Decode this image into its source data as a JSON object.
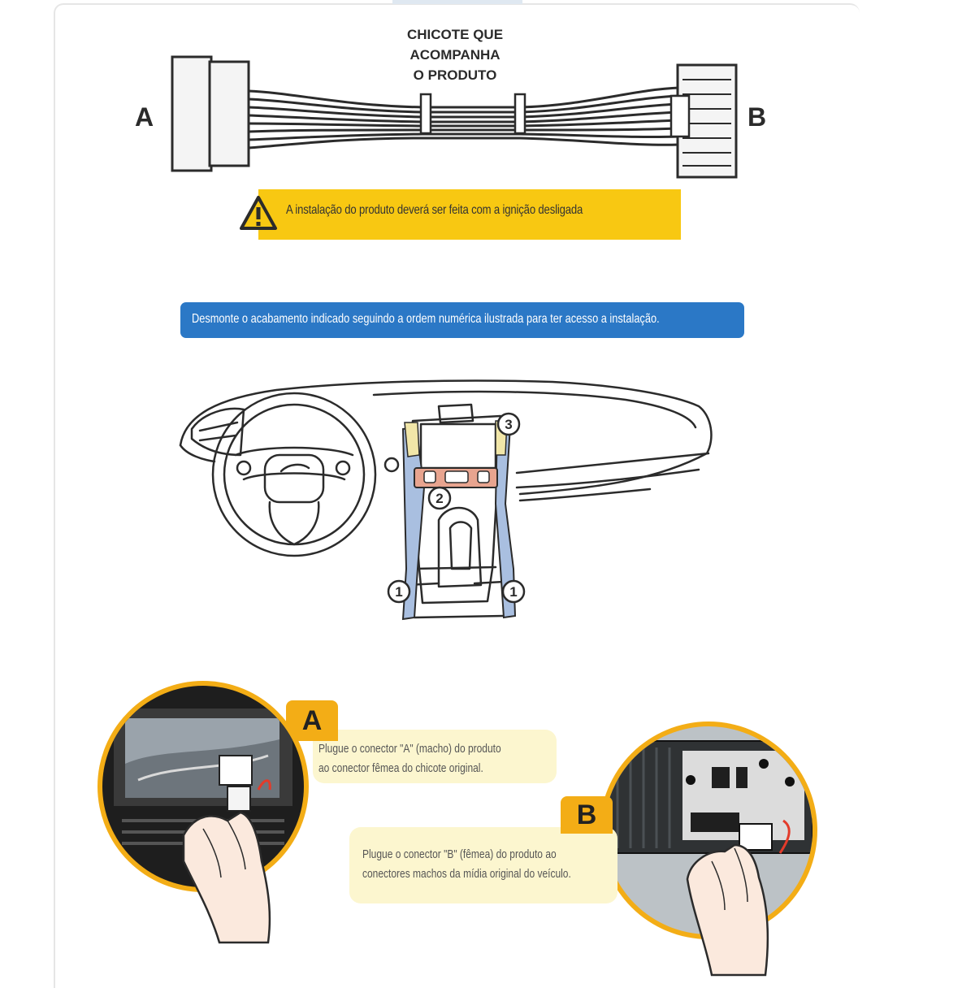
{
  "harness": {
    "title": "CHICOTE QUE\nACOMPANHA\nO PRODUTO",
    "label_a": "A",
    "label_b": "B"
  },
  "warning": {
    "icon": "warning-triangle-icon",
    "text": "A instalação do produto deverá ser feita com a ignição desligada",
    "color": "#f8c812"
  },
  "info": {
    "text": "Desmonte o acabamento indicado seguindo a ordem numérica ilustrada para ter acesso a instalação.",
    "color": "#2b78c6"
  },
  "dashboard": {
    "markers": [
      "1",
      "1",
      "2",
      "3"
    ]
  },
  "steps": {
    "a": {
      "letter": "A",
      "text": "Plugue o conector \"A\" (macho) do produto\nao conector fêmea do chicote original."
    },
    "b": {
      "letter": "B",
      "text": "Plugue o conector \"B\" (fêmea) do produto ao\nconectores machos da mídia original do veículo."
    },
    "accent_color": "#f3ad16",
    "note_color": "#fcf6cf"
  }
}
